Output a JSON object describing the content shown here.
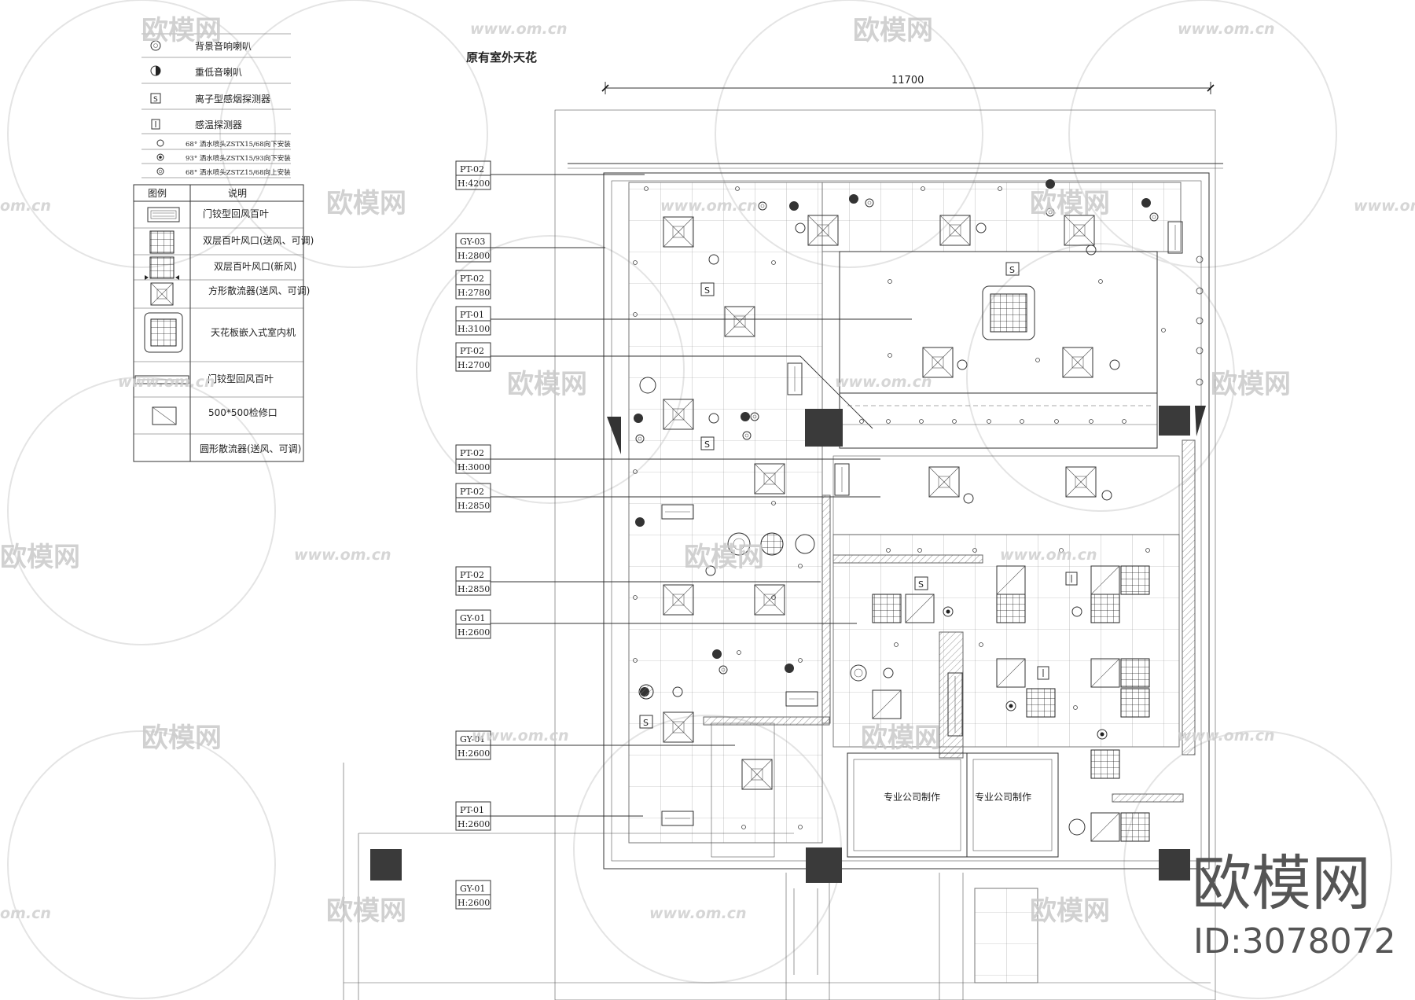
{
  "drawing": {
    "title": "原有室外天花",
    "dimension": "11700"
  },
  "legend_symbols": [
    {
      "label": "背景音响喇叭",
      "icon": "background-speaker-icon"
    },
    {
      "label": "重低音喇叭",
      "icon": "subwoofer-speaker-icon"
    },
    {
      "label": "离子型感烟探测器",
      "icon": "smoke-detector-icon"
    },
    {
      "label": "感温探测器",
      "icon": "heat-detector-icon"
    },
    {
      "label": "68° 洒水喷头ZSTX15/68向下安装",
      "icon": "sprinkler-68-down-icon"
    },
    {
      "label": "93° 洒水喷头ZSTX15/93向下安装",
      "icon": "sprinkler-93-down-icon"
    },
    {
      "label": "68° 洒水喷头ZSTZ15/68向上安装",
      "icon": "sprinkler-68-up-icon"
    }
  ],
  "legend_table": {
    "headers": [
      "图例",
      "说明"
    ],
    "rows": [
      {
        "label": "门铰型回风百叶",
        "icon": "hinged-return-louver-icon"
      },
      {
        "label": "双层百叶风口(送风、可调)",
        "icon": "double-louver-supply-icon"
      },
      {
        "label": "双层百叶风口(新风)",
        "icon": "double-louver-fresh-air-icon"
      },
      {
        "label": "方形散流器(送风、可调)",
        "icon": "square-diffuser-icon"
      },
      {
        "label": "天花板嵌入式室内机",
        "icon": "ceiling-cassette-unit-icon"
      },
      {
        "label": "门铰型回风百叶",
        "icon": "hinged-return-louver-slim-icon"
      },
      {
        "label": "500*500检修口",
        "icon": "access-panel-icon"
      },
      {
        "label": "圆形散流器(送风、可调)",
        "icon": "round-diffuser-icon"
      }
    ]
  },
  "ceiling_tags": [
    {
      "code": "PT-02",
      "height": "H:4200"
    },
    {
      "code": "GY-03",
      "height": "H:2800"
    },
    {
      "code": "PT-02",
      "height": "H:2780"
    },
    {
      "code": "PT-01",
      "height": "H:3100"
    },
    {
      "code": "PT-02",
      "height": "H:2700"
    },
    {
      "code": "PT-02",
      "height": "H:3000"
    },
    {
      "code": "PT-02",
      "height": "H:2850"
    },
    {
      "code": "PT-02",
      "height": "H:2850"
    },
    {
      "code": "GY-01",
      "height": "H:2600"
    },
    {
      "code": "GY-01",
      "height": "H:2600"
    },
    {
      "code": "PT-01",
      "height": "H:2600"
    },
    {
      "code": "GY-01",
      "height": "H:2600"
    }
  ],
  "room_notes": [
    "专业公司制作",
    "专业公司制作"
  ],
  "watermark": {
    "brand": "欧模网",
    "url": "www.om.cn",
    "url_short": "om.cn",
    "id": "ID:3078072"
  }
}
